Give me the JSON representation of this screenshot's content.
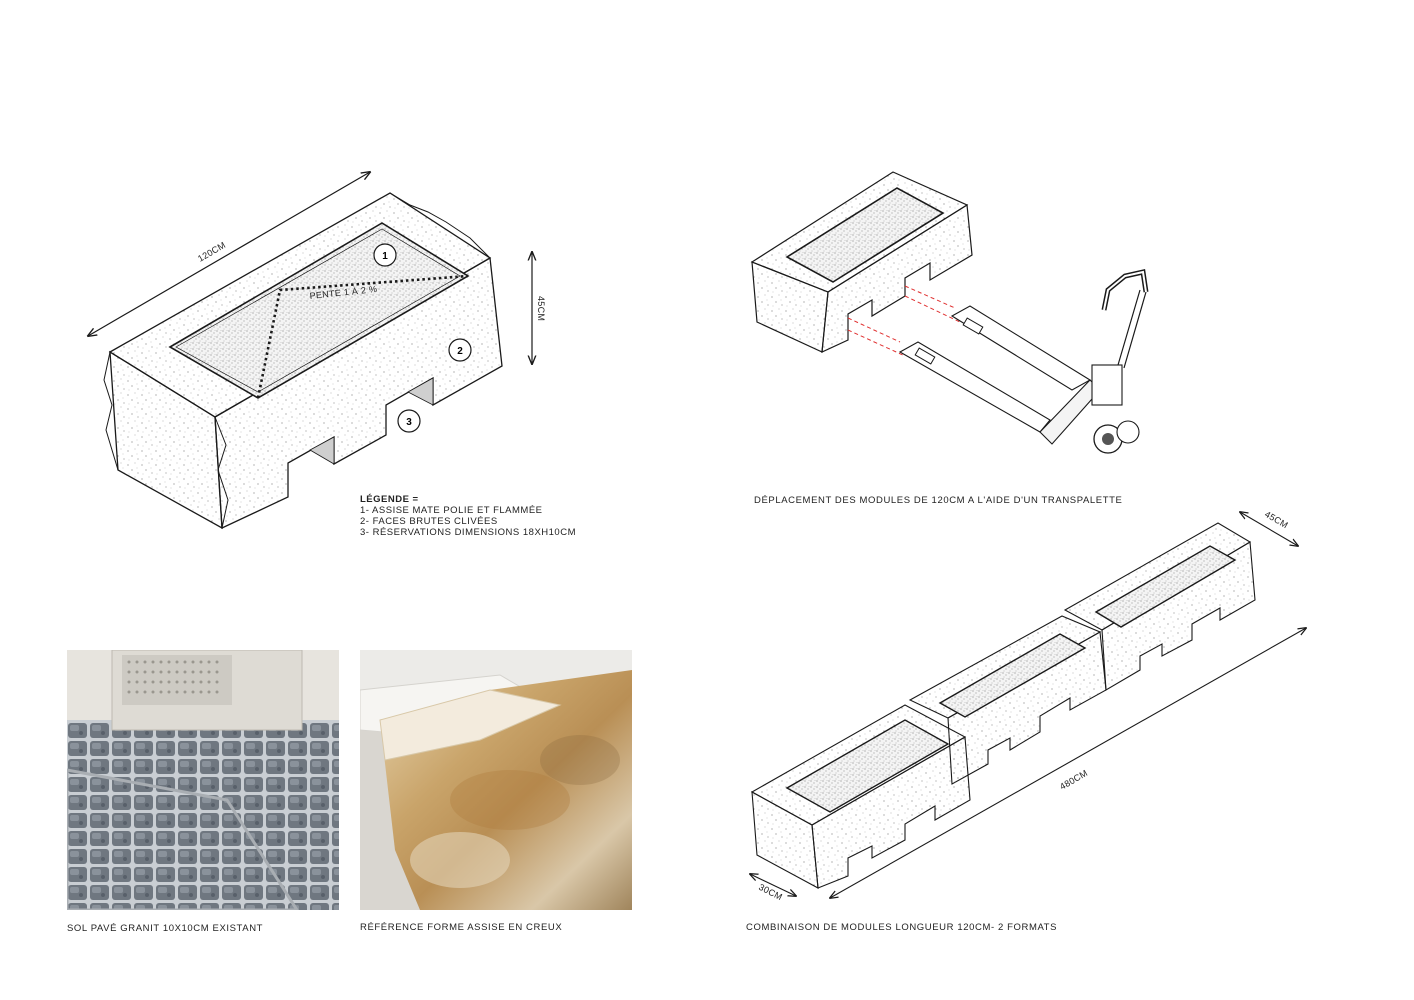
{
  "dimensions": {
    "length_1": "120CM",
    "height": "45CM",
    "slope": "PENTE 1 À 2 %",
    "total_length": "480CM",
    "depth_small": "30CM",
    "depth_large": "45CM"
  },
  "markers": [
    "1",
    "2",
    "3"
  ],
  "legend": {
    "title": "LÉGENDE =",
    "items": [
      "1- ASSISE MATE POLIE ET FLAMMÉE",
      "2- FACES BRUTES CLIVÉES",
      "3- RÉSERVATIONS DIMENSIONS 18XH10CM"
    ]
  },
  "captions": {
    "transpalette": "DÉPLACEMENT DES MODULES DE 120CM A L'AIDE D'UN TRANSPALETTE",
    "paving": "SOL PAVÉ GRANIT 10X10CM EXISTANT",
    "reference": "RÉFÉRENCE FORME ASSISE  EN CREUX",
    "combination": "COMBINAISON DE MODULES LONGUEUR 120CM- 2 FORMATS"
  },
  "colors": {
    "line": "#1a1a1a",
    "red_dash": "#e03030",
    "paving_stone": "#6f7780",
    "stone_warm": "#c9a46a"
  }
}
